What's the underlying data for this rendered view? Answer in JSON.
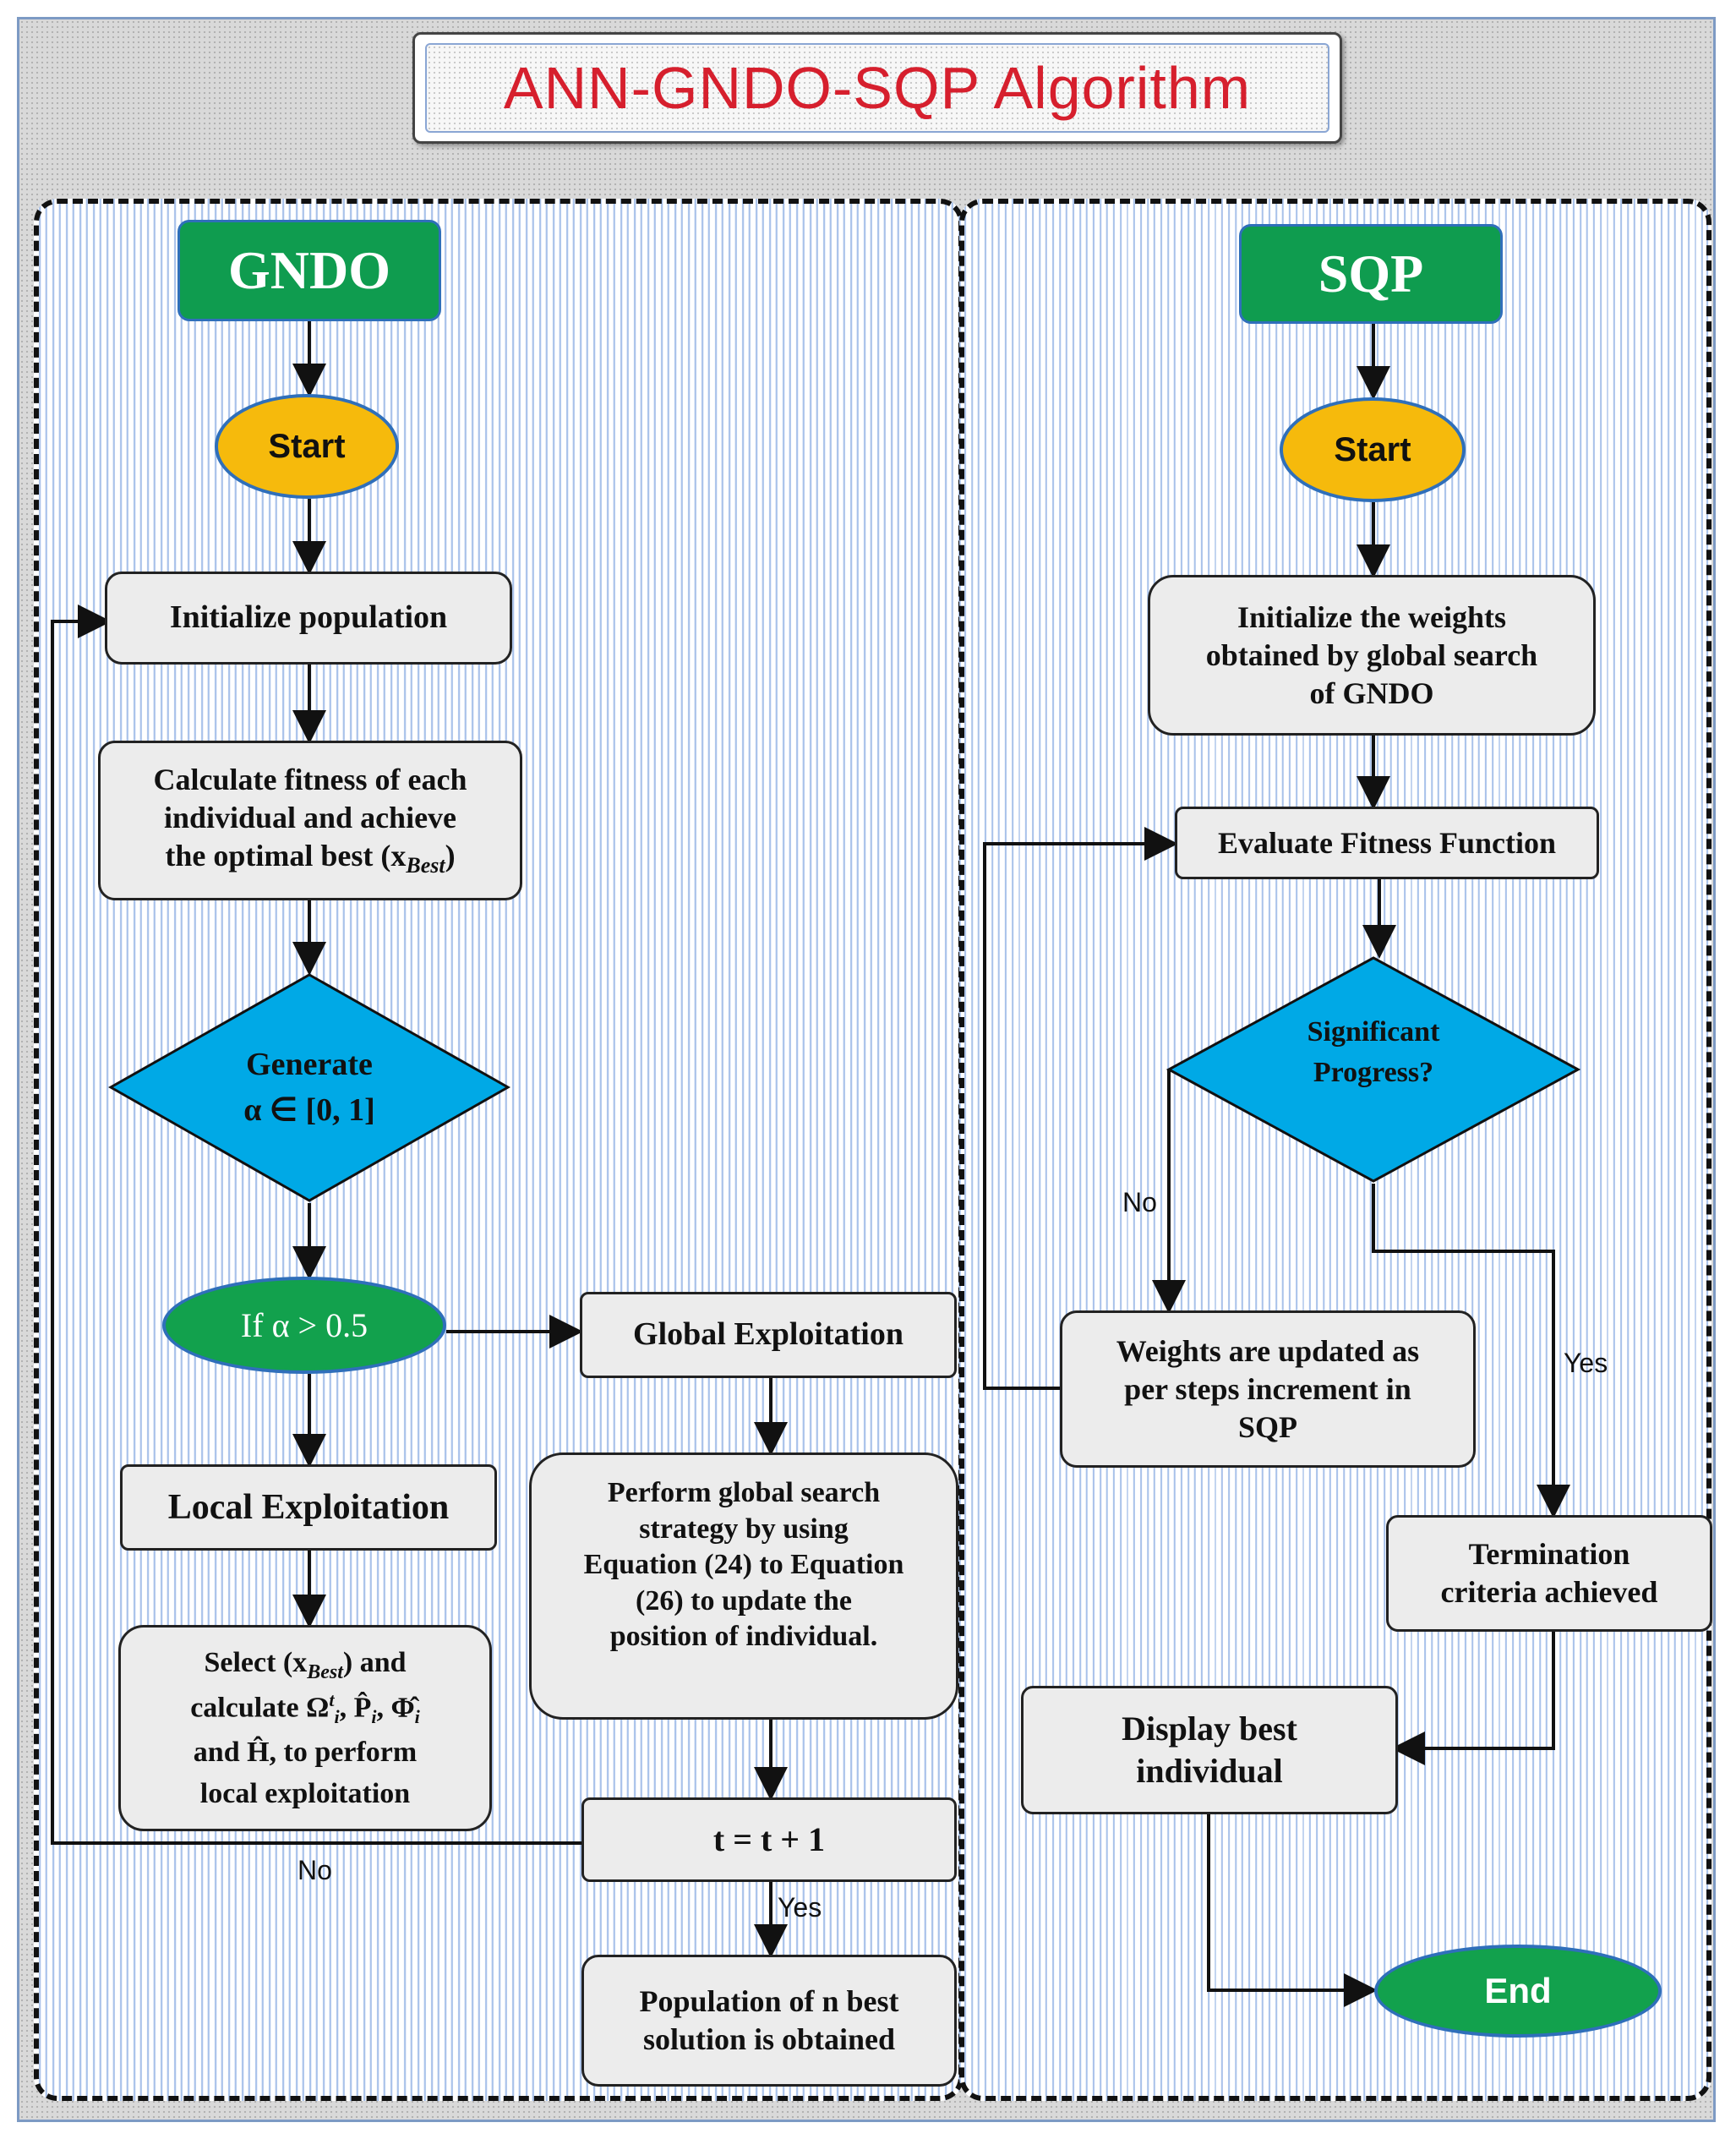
{
  "title": "ANN-GNDO-SQP Algorithm",
  "gndo": {
    "header": "GNDO",
    "start": "Start",
    "init": "Initialize population",
    "calc_fitness": [
      "Calculate fitness of each",
      "individual and achieve",
      "the optimal best (x",
      "Best",
      ")"
    ],
    "decision": {
      "line1": "Generate",
      "line2": "α ∈ [0, 1]"
    },
    "if_alpha": "If α > 0.5",
    "global_exploitation": "Global Exploitation",
    "local_exploitation": "Local Exploitation",
    "perform_global": [
      "Perform global search",
      "strategy by using",
      "Equation (24) to Equation",
      "(26) to update the",
      "position of individual."
    ],
    "select_calc": [
      "Select (x",
      "Best",
      ") and",
      "calculate  Ω",
      "t",
      "i",
      ", P̂",
      "i",
      ", Φ̂",
      "i",
      "and Ĥ, to perform",
      "local exploitation"
    ],
    "t_update": "t = t + 1",
    "label_no": "No",
    "label_yes": "Yes",
    "population": [
      "Population of n best",
      "solution is obtained"
    ]
  },
  "sqp": {
    "header": "SQP",
    "start": "Start",
    "init_weights": [
      "Initialize the weights",
      "obtained by global search",
      "of GNDO"
    ],
    "evaluate": "Evaluate Fitness Function",
    "decision": {
      "line1": "Significant",
      "line2": "Progress?"
    },
    "label_no": "No",
    "label_yes": "Yes",
    "weights_updated": [
      "Weights are updated as",
      "per steps increment in",
      "SQP"
    ],
    "termination": [
      "Termination",
      "criteria achieved"
    ],
    "display_best": [
      "Display best",
      "individual"
    ],
    "end": "End"
  },
  "colors": {
    "title_red": "#d61f2d",
    "header_green": "#0f9c4f",
    "start_orange": "#f6ba0c",
    "diamond_blue": "#00a9e6",
    "oval_green": "#12a14d",
    "stripe_blue": "#a9c2ea",
    "box_gray": "#ececec"
  }
}
